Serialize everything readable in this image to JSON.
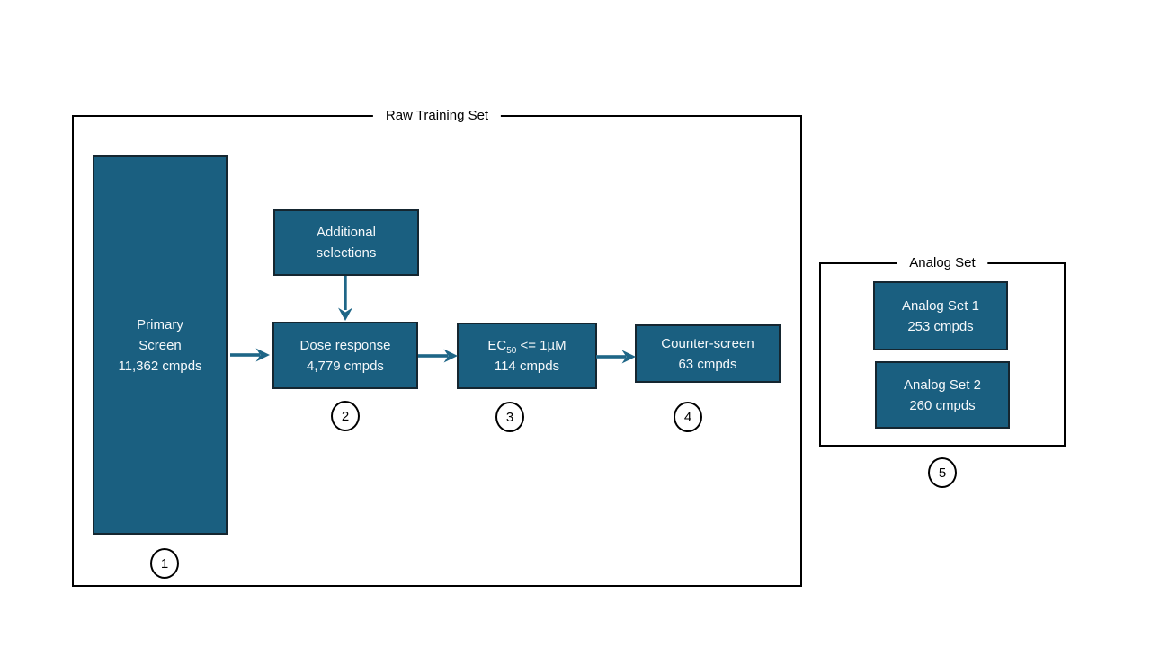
{
  "colors": {
    "box_fill": "#1A5F80",
    "box_border": "#152630",
    "box_text": "#F5F8FA",
    "arrow": "#1E6687",
    "outline": "#000000"
  },
  "raw_training_set": {
    "title": "Raw Training Set",
    "primary_screen": {
      "lines": [
        "Primary",
        "Screen",
        "11,362 cmpds"
      ],
      "badge": "1"
    },
    "additional_selections": {
      "lines": [
        "Additional",
        "selections"
      ]
    },
    "dose_response": {
      "lines": [
        "Dose response",
        "4,779 cmpds"
      ],
      "badge": "2"
    },
    "ec50_filter": {
      "formula_prefix": "EC",
      "formula_sub": "50",
      "formula_suffix": " <= 1µM",
      "count": "114 cmpds",
      "badge": "3"
    },
    "counter_screen": {
      "lines": [
        "Counter-screen",
        "63 cmpds"
      ],
      "badge": "4"
    }
  },
  "analog_set": {
    "title": "Analog Set",
    "badge": "5",
    "set1": {
      "lines": [
        "Analog Set 1",
        "253 cmpds"
      ]
    },
    "set2": {
      "lines": [
        "Analog Set 2",
        "260 cmpds"
      ]
    }
  }
}
